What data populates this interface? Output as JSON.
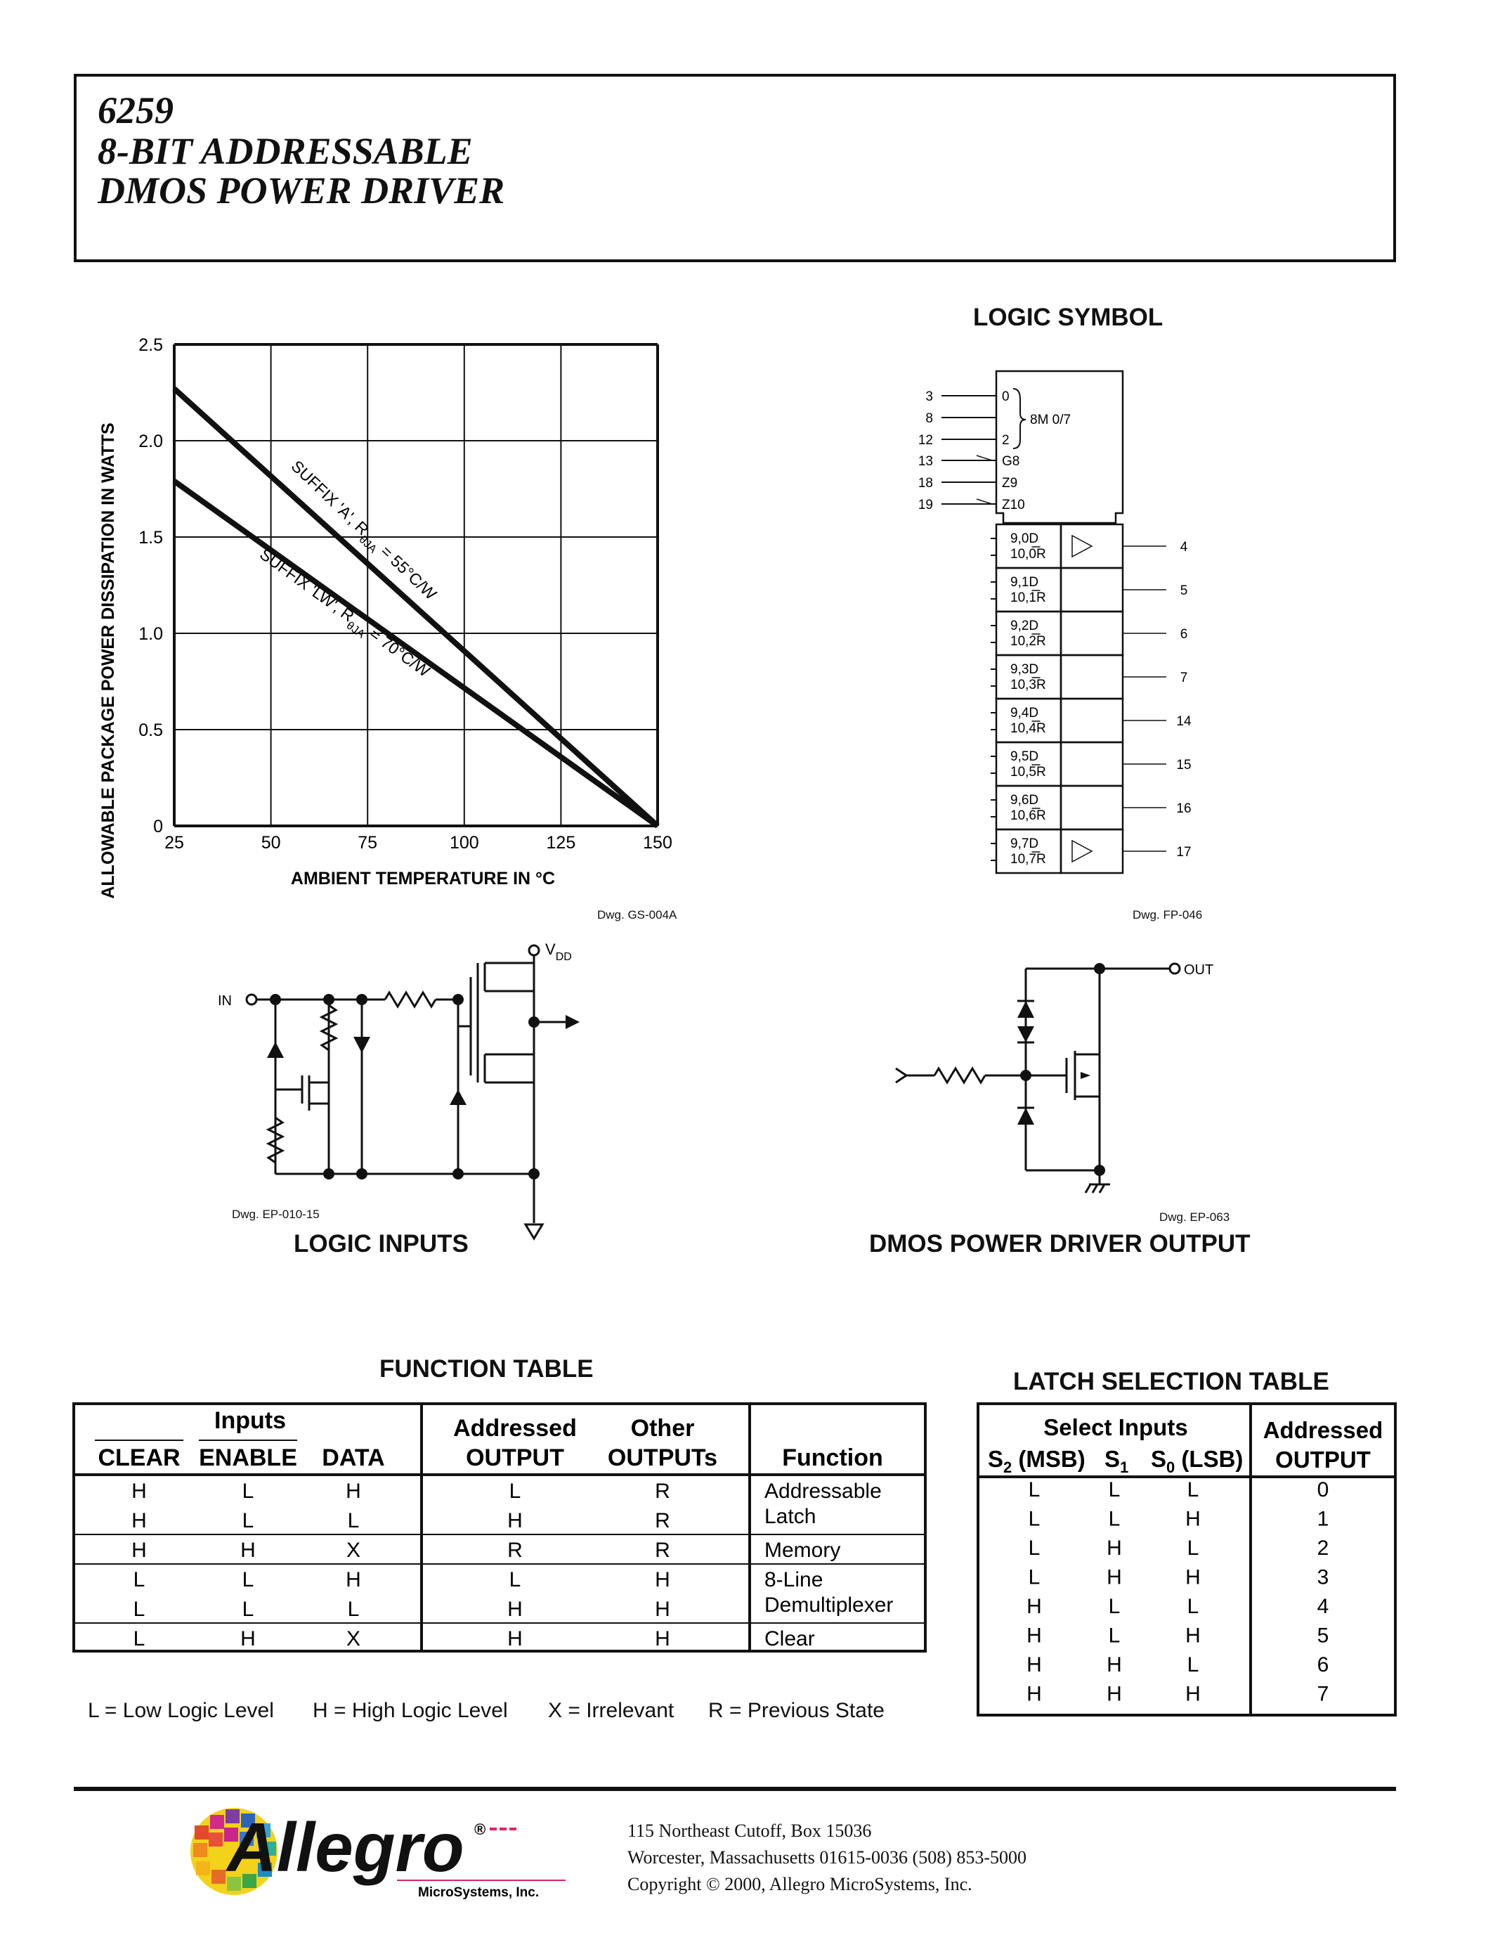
{
  "header": {
    "part_number": "6259",
    "title_line1": "8-BIT ADDRESSABLE",
    "title_line2": "DMOS POWER DRIVER"
  },
  "chart_data": {
    "type": "line",
    "title": "",
    "xlabel": "AMBIENT TEMPERATURE IN °C",
    "ylabel": "ALLOWABLE PACKAGE POWER DISSIPATION IN WATTS",
    "xlim": [
      25,
      150
    ],
    "ylim": [
      0,
      2.5
    ],
    "x_ticks": [
      "25",
      "50",
      "75",
      "100",
      "125",
      "150"
    ],
    "y_ticks": [
      "0",
      "0.5",
      "1.0",
      "1.5",
      "2.0",
      "2.5"
    ],
    "grid": true,
    "series": [
      {
        "name": "SUFFIX 'A', RθJA = 55°C/W",
        "x": [
          25,
          150
        ],
        "y": [
          2.27,
          0
        ]
      },
      {
        "name": "SUFFIX 'LW', RθJA = 70°C/W",
        "x": [
          25,
          150
        ],
        "y": [
          1.79,
          0
        ]
      }
    ],
    "series_labels": [
      {
        "main": "SUFFIX 'A', R",
        "sub": "θJA",
        "tail": " = 55°C/W"
      },
      {
        "main": "SUFFIX 'LW', R",
        "sub": "θJA",
        "tail": " = 70°C/W"
      }
    ],
    "drawing_number": "Dwg. GS-004A"
  },
  "logic_symbol": {
    "heading": "LOGIC SYMBOL",
    "control_pins": [
      "3",
      "8",
      "12",
      "13",
      "18",
      "19"
    ],
    "control_labels": [
      "0",
      "2",
      "G8",
      "Z9",
      "Z10"
    ],
    "mux_label": "8M 0/7",
    "cells": [
      {
        "d": "9,0D",
        "r": "10,0R",
        "pin": "4"
      },
      {
        "d": "9,1D",
        "r": "10,1R",
        "pin": "5"
      },
      {
        "d": "9,2D",
        "r": "10,2R",
        "pin": "6"
      },
      {
        "d": "9,3D",
        "r": "10,3R",
        "pin": "7"
      },
      {
        "d": "9,4D",
        "r": "10,4R",
        "pin": "14"
      },
      {
        "d": "9,5D",
        "r": "10,5R",
        "pin": "15"
      },
      {
        "d": "9,6D",
        "r": "10,6R",
        "pin": "16"
      },
      {
        "d": "9,7D",
        "r": "10,7R",
        "pin": "17"
      }
    ],
    "drawing_number": "Dwg. FP-046"
  },
  "logic_inputs": {
    "heading": "LOGIC INPUTS",
    "in_label": "IN",
    "vdd_label": "V",
    "vdd_sub": "DD",
    "drawing_number": "Dwg. EP-010-15"
  },
  "dmos_output": {
    "heading": "DMOS POWER DRIVER OUTPUT",
    "out_label": "OUT",
    "drawing_number": "Dwg. EP-063"
  },
  "function_table": {
    "heading": "FUNCTION TABLE",
    "inputs_label": "Inputs",
    "col_clear": "CLEAR",
    "col_enable": "ENABLE",
    "col_data": "DATA",
    "col_addr_1": "Addressed",
    "col_addr_2": "OUTPUT",
    "col_other_1": "Other",
    "col_other_2": "OUTPUTs",
    "col_function": "Function",
    "groups": [
      {
        "rows": [
          [
            "H",
            "L",
            "H",
            "L",
            "R"
          ],
          [
            "H",
            "L",
            "L",
            "H",
            "R"
          ]
        ],
        "function": [
          "Addressable",
          "Latch"
        ]
      },
      {
        "rows": [
          [
            "H",
            "H",
            "X",
            "R",
            "R"
          ]
        ],
        "function": [
          "Memory"
        ]
      },
      {
        "rows": [
          [
            "L",
            "L",
            "H",
            "L",
            "H"
          ],
          [
            "L",
            "L",
            "L",
            "H",
            "H"
          ]
        ],
        "function": [
          "8-Line",
          "Demultiplexer"
        ]
      },
      {
        "rows": [
          [
            "L",
            "H",
            "X",
            "H",
            "H"
          ]
        ],
        "function": [
          "Clear"
        ]
      }
    ],
    "legend": {
      "l": "L = Low Logic Level",
      "h": "H = High Logic Level",
      "x": "X = Irrelevant",
      "r": "R = Previous State"
    }
  },
  "latch_table": {
    "heading": "LATCH SELECTION TABLE",
    "select_inputs": "Select Inputs",
    "s2": "S",
    "s2_sub": "2",
    "s2_tail": " (MSB)",
    "s1": "S",
    "s1_sub": "1",
    "s0": "S",
    "s0_sub": "0",
    "s0_tail": " (LSB)",
    "addr_1": "Addressed",
    "addr_2": "OUTPUT",
    "rows": [
      [
        "L",
        "L",
        "L",
        "0"
      ],
      [
        "L",
        "L",
        "H",
        "1"
      ],
      [
        "L",
        "H",
        "L",
        "2"
      ],
      [
        "L",
        "H",
        "H",
        "3"
      ],
      [
        "H",
        "L",
        "L",
        "4"
      ],
      [
        "H",
        "L",
        "H",
        "5"
      ],
      [
        "H",
        "H",
        "L",
        "6"
      ],
      [
        "H",
        "H",
        "H",
        "7"
      ]
    ]
  },
  "footer": {
    "logo_text": "Allegro",
    "logo_reg": "®",
    "logo_sub": "MicroSystems, Inc.",
    "address1": "115 Northeast Cutoff, Box 15036",
    "address2": "Worcester, Massachusetts 01615-0036  (508) 853-5000",
    "copyright": "Copyright © 2000, Allegro MicroSystems, Inc."
  }
}
